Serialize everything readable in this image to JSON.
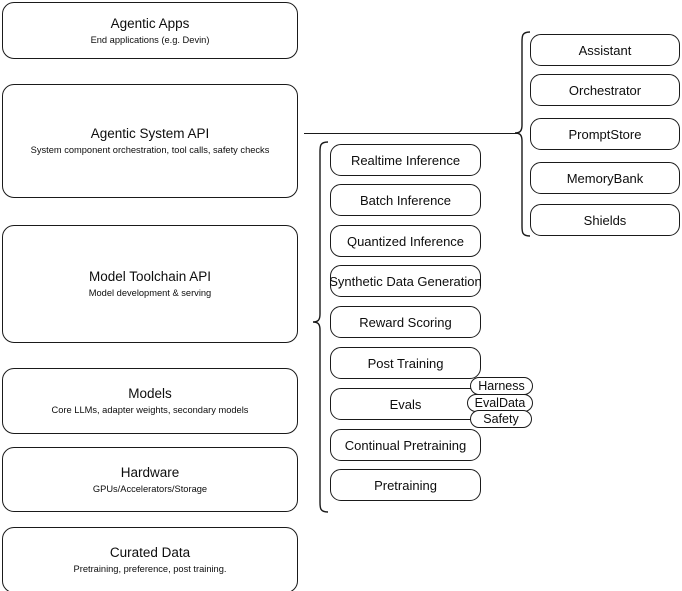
{
  "diagram": {
    "title": "AI stack layered architecture diagram",
    "stroke_color": "#1a1a1a",
    "background_color": "#ffffff",
    "layers": [
      {
        "id": "agentic-apps",
        "title": "Agentic Apps",
        "subtitle": "End applications (e.g. Devin)"
      },
      {
        "id": "agentic-system-api",
        "title": "Agentic System API",
        "subtitle": "System component orchestration, tool calls, safety checks"
      },
      {
        "id": "model-toolchain-api",
        "title": "Model Toolchain API",
        "subtitle": "Model development & serving"
      },
      {
        "id": "models",
        "title": "Models",
        "subtitle": "Core LLMs, adapter weights, secondary models"
      },
      {
        "id": "hardware",
        "title": "Hardware",
        "subtitle": "GPUs/Accelerators/Storage"
      },
      {
        "id": "curated-data",
        "title": "Curated Data",
        "subtitle": "Pretraining, preference, post training."
      }
    ],
    "toolchain_items": [
      {
        "id": "realtime-inference",
        "label": "Realtime Inference"
      },
      {
        "id": "batch-inference",
        "label": "Batch Inference"
      },
      {
        "id": "quantized-inference",
        "label": "Quantized Inference"
      },
      {
        "id": "synthetic-data-generation",
        "label": "Synthetic Data Generation"
      },
      {
        "id": "reward-scoring",
        "label": "Reward Scoring"
      },
      {
        "id": "post-training",
        "label": "Post Training"
      },
      {
        "id": "evals",
        "label": "Evals"
      },
      {
        "id": "continual-pretraining",
        "label": "Continual Pretraining"
      },
      {
        "id": "pretraining",
        "label": "Pretraining"
      }
    ],
    "evals_tags": [
      {
        "id": "harness",
        "label": "Harness"
      },
      {
        "id": "evaldata",
        "label": "EvalData"
      },
      {
        "id": "safety",
        "label": "Safety"
      }
    ],
    "agentic_system_items": [
      {
        "id": "assistant",
        "label": "Assistant"
      },
      {
        "id": "orchestrator",
        "label": "Orchestrator"
      },
      {
        "id": "promptstore",
        "label": "PromptStore"
      },
      {
        "id": "memorybank",
        "label": "MemoryBank"
      },
      {
        "id": "shields",
        "label": "Shields"
      }
    ]
  }
}
